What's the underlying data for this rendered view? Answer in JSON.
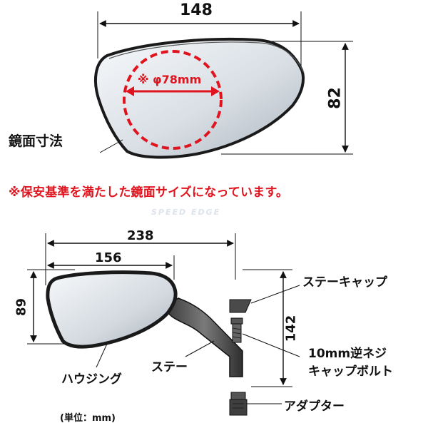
{
  "top_figure": {
    "width_dim": "148",
    "height_dim": "82",
    "circle_label": "※ φ78mm",
    "mirror_size_label": "鏡面寸法"
  },
  "note": "※保安基準を満たした鏡面サイズになっています。",
  "watermark": "SPEED EDGE",
  "bottom_figure": {
    "dims": {
      "overall_width": "238",
      "mirror_width": "156",
      "mirror_height": "89",
      "overall_height": "142"
    },
    "parts": {
      "stay_cap": "ステーキャップ",
      "bolt_line1": "10mm逆ネジ",
      "bolt_line2": "キャップボルト",
      "stay": "ステー",
      "housing": "ハウジング",
      "adapter": "アダプター"
    },
    "unit": "(単位：mm)"
  },
  "colors": {
    "accent_red": "#e0141e",
    "line": "#111111",
    "mirror_light": "#f2f5f8",
    "mirror_dark": "#b9c1c9"
  }
}
